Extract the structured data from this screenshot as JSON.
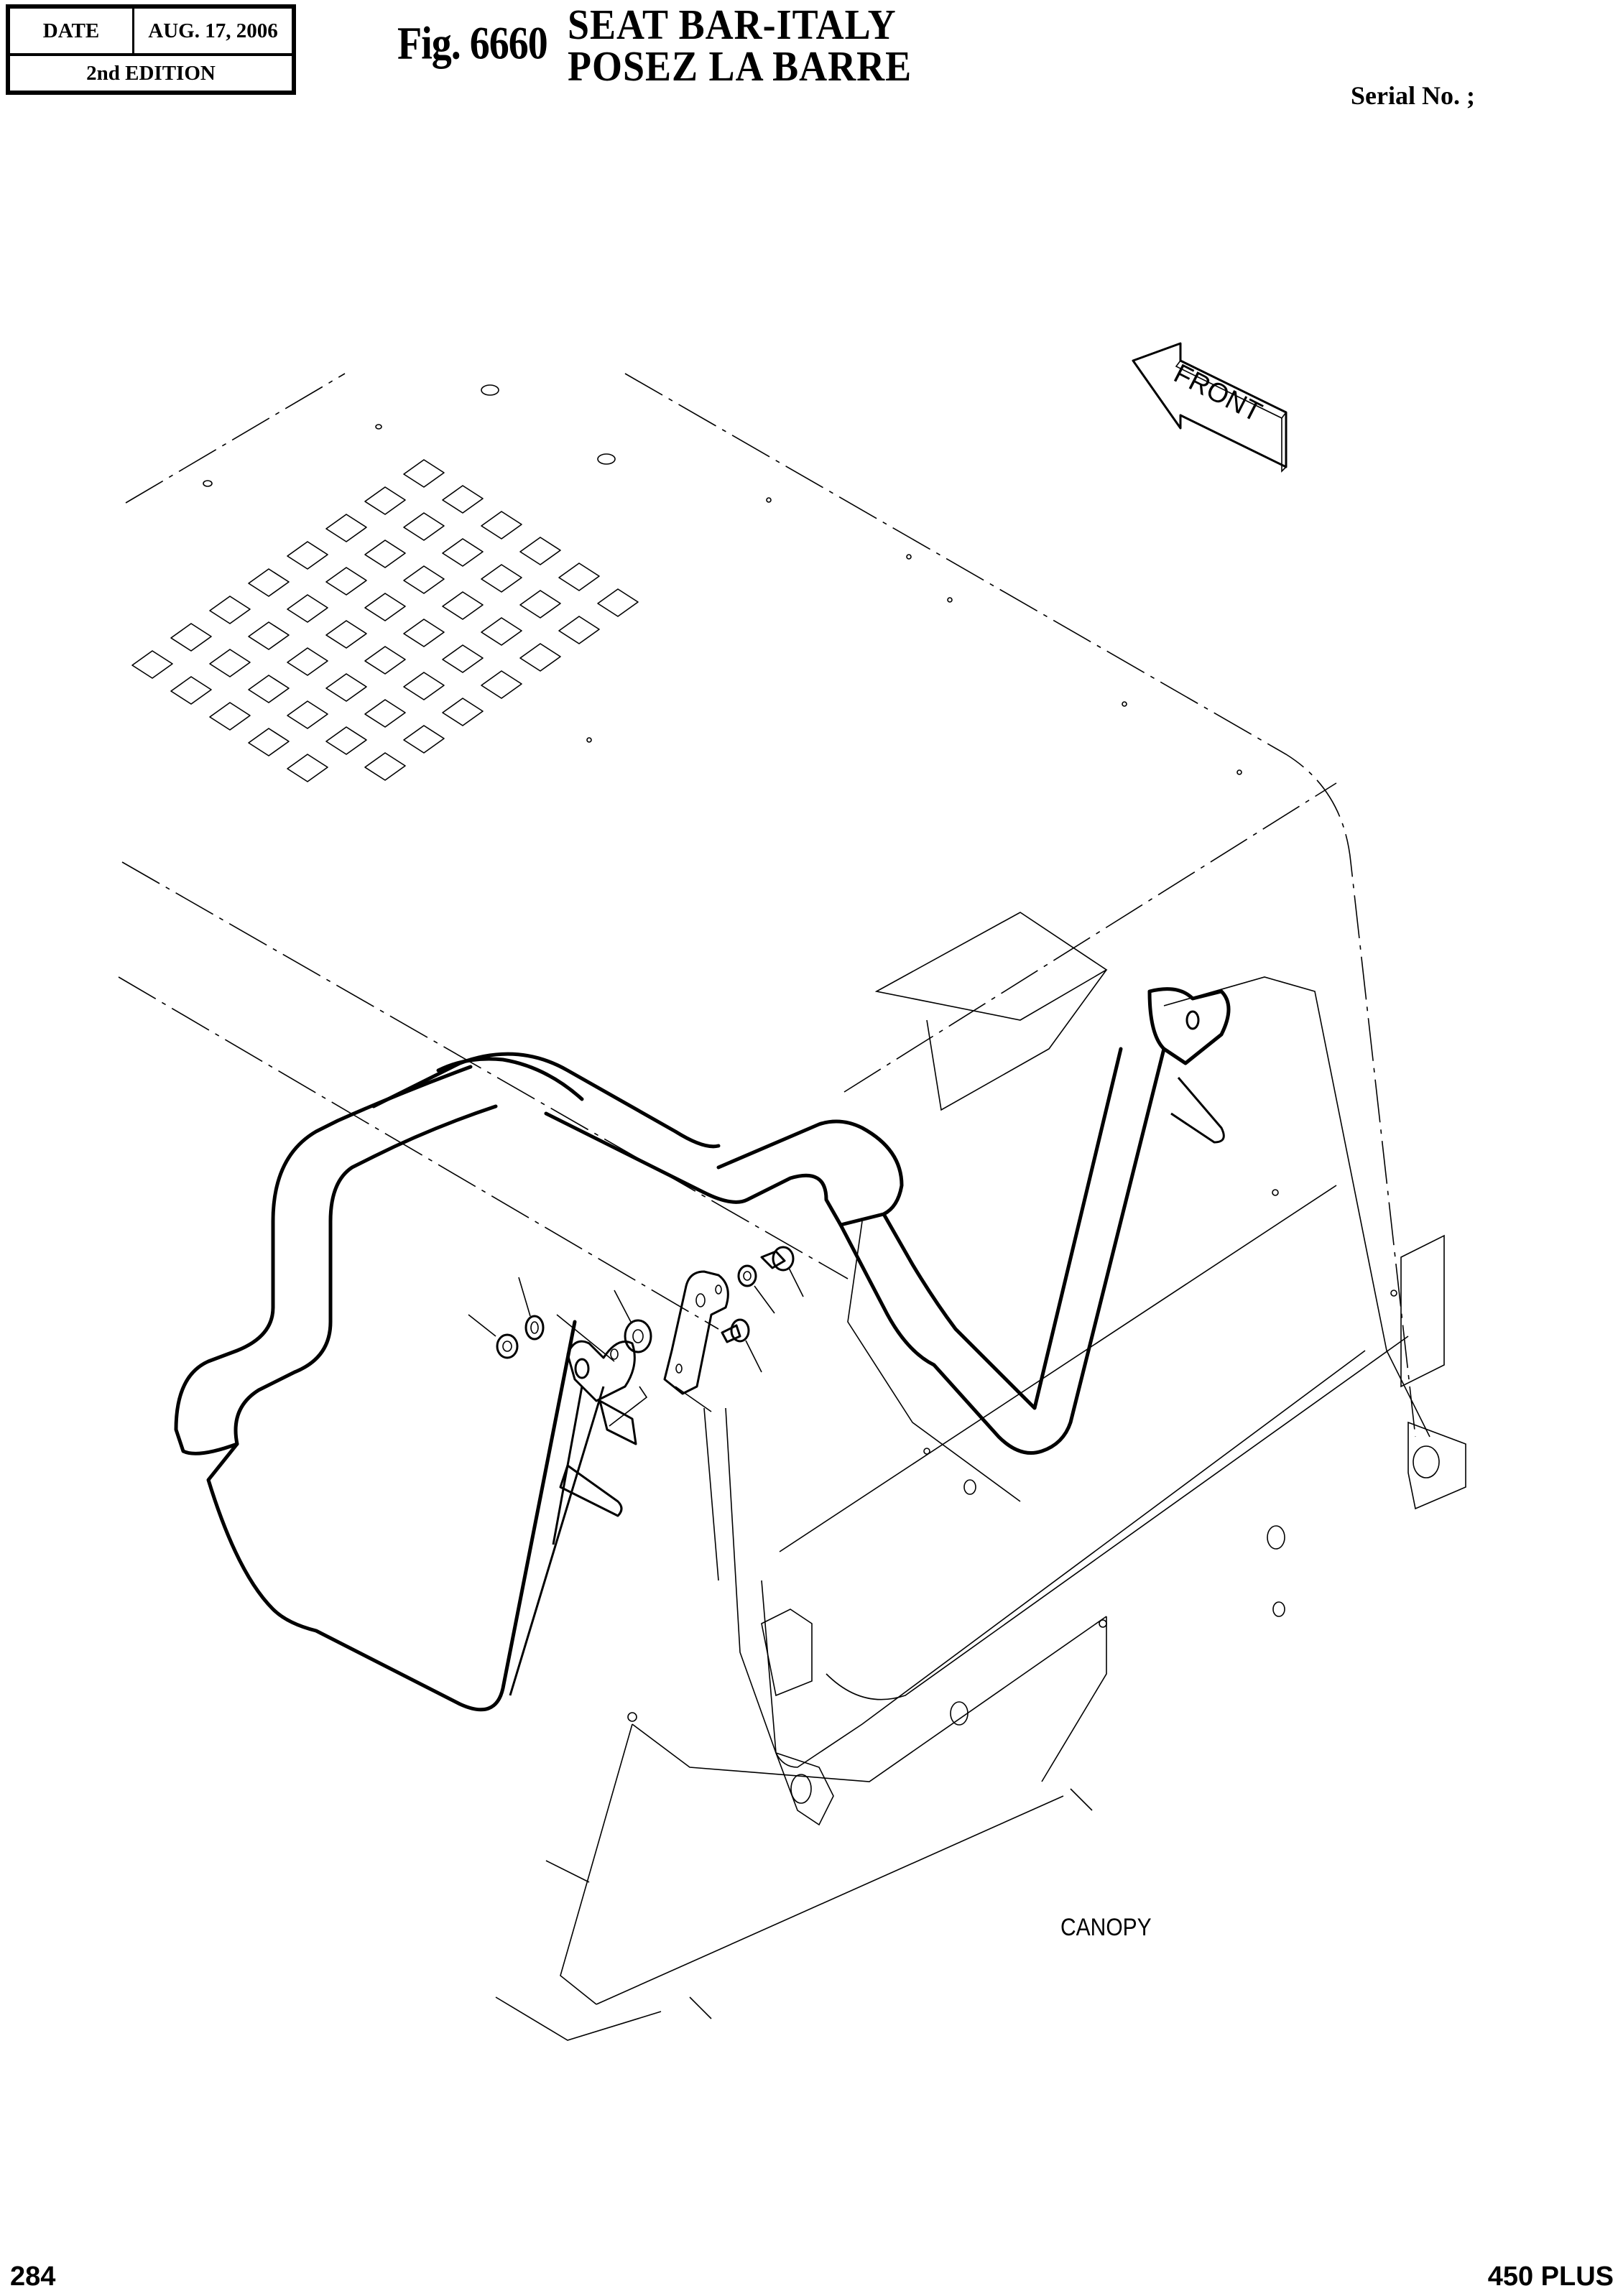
{
  "header": {
    "date_label": "DATE",
    "date_value": "AUG. 17, 2006",
    "edition": "2nd EDITION"
  },
  "figure": {
    "number": "Fig. 6660",
    "title_line1": "SEAT  BAR-ITALY",
    "title_line2": "POSEZ  LA  BARRE"
  },
  "serial": "Serial No. ;",
  "drawing": {
    "direction_arrow_label": "FRONT",
    "assembly_label": "CANOPY",
    "parts_exploded": [
      "nut",
      "lock-washer",
      "seat-bar-pivot-bracket",
      "flat-washer",
      "mounting-plate",
      "lock-washer",
      "bolt",
      "bolt"
    ]
  },
  "footer": {
    "page_number": "284",
    "model": "450 PLUS"
  }
}
